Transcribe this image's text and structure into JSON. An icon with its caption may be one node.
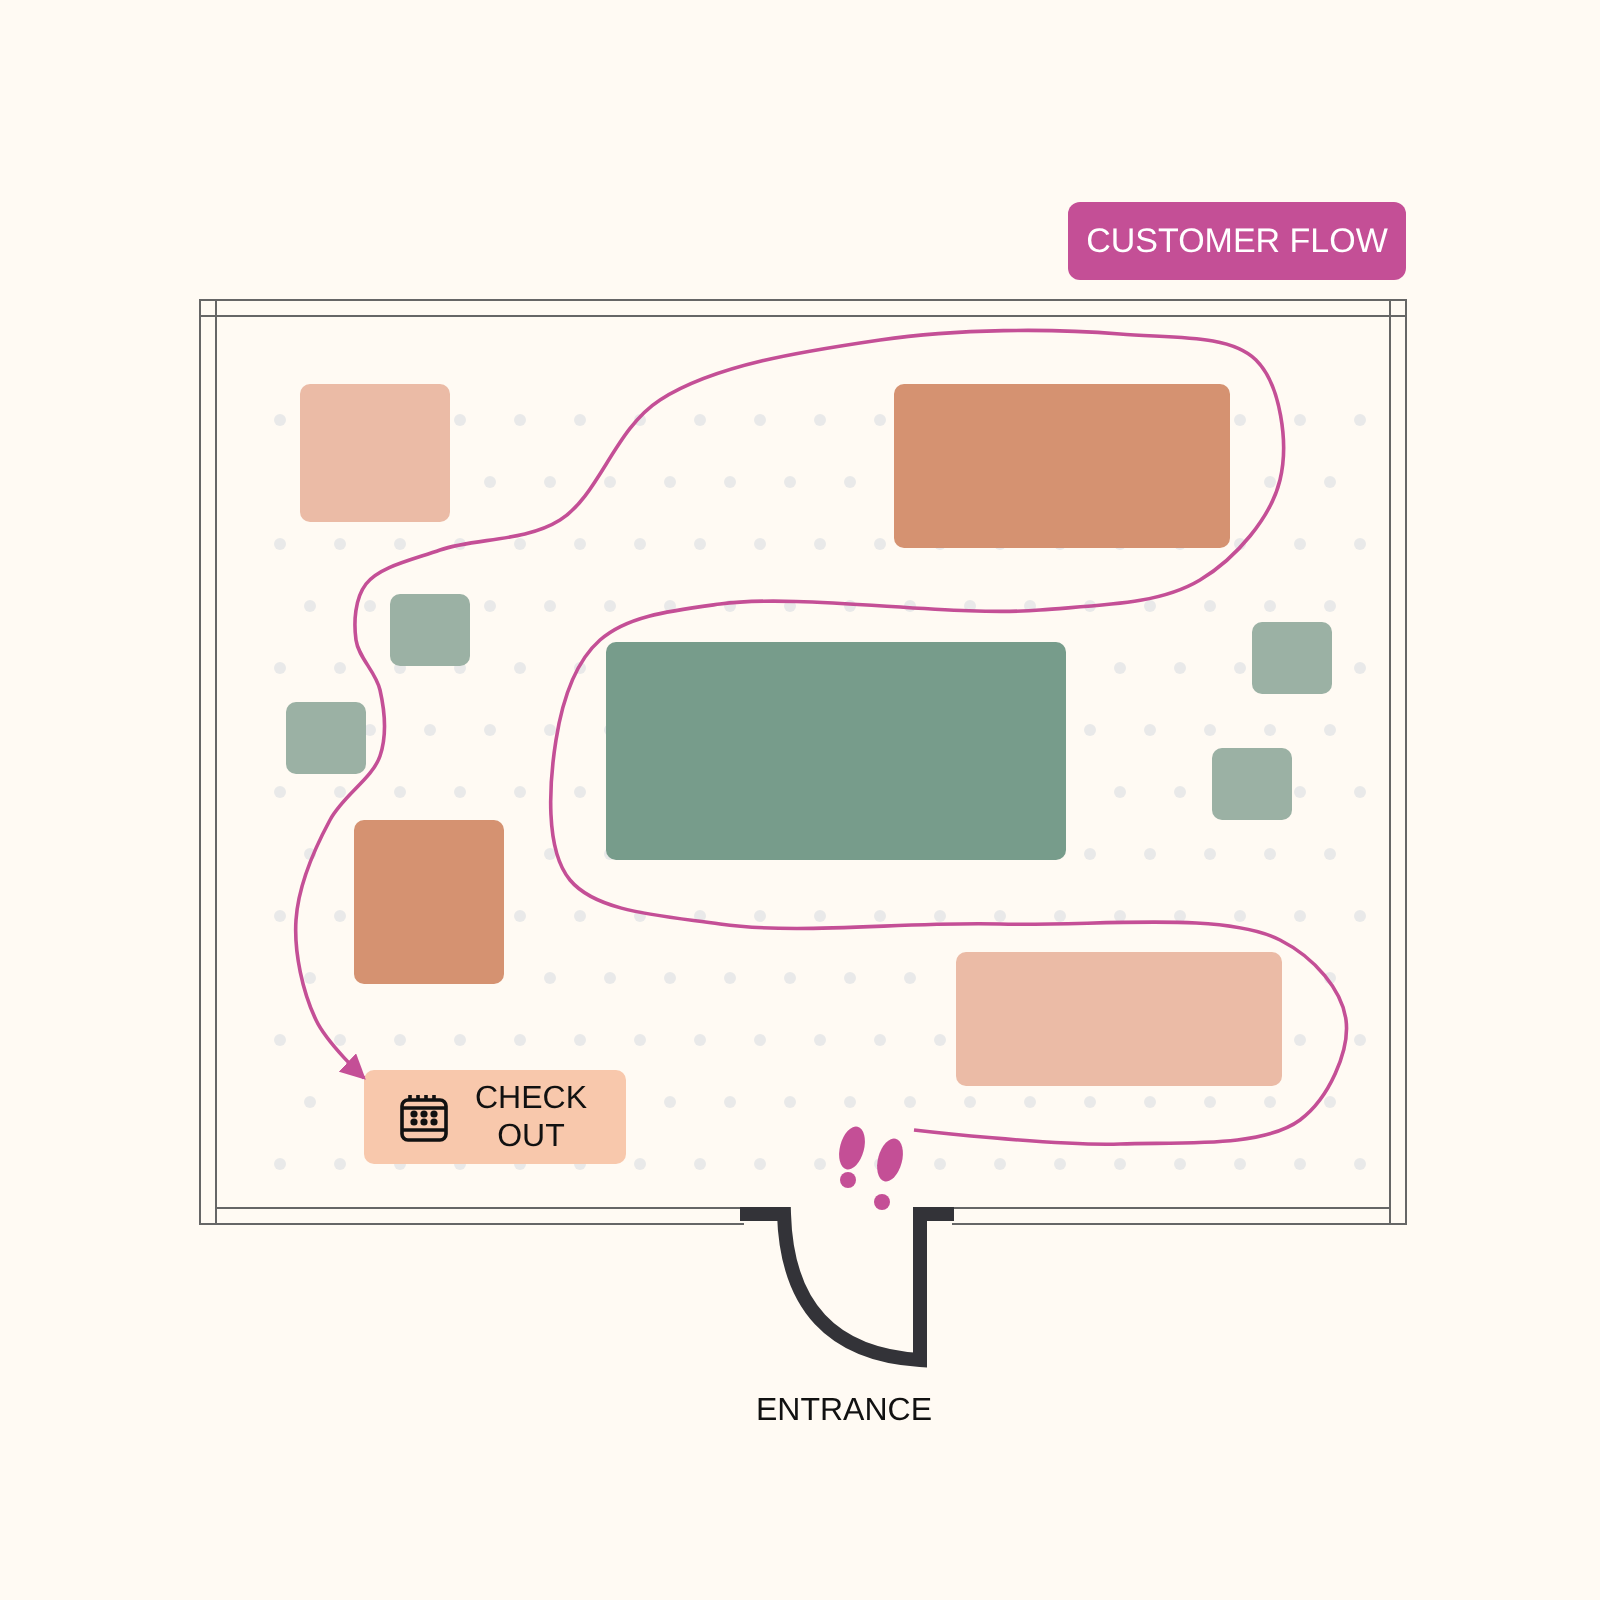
{
  "diagram": {
    "title": "CUSTOMER FLOW",
    "nodes": [
      {
        "text": [],
        "shape": "box"
      },
      {
        "text": [],
        "shape": "box"
      },
      {
        "text": [],
        "shape": "box"
      },
      {
        "text": [],
        "shape": "box"
      },
      {
        "text": [],
        "shape": "box"
      },
      {
        "text": [],
        "shape": "box"
      },
      {
        "text": [],
        "shape": "box"
      },
      {
        "text": [],
        "shape": "box"
      },
      {
        "text": [],
        "shape": "box"
      },
      {
        "text": [
          "CHECK OUT"
        ]
      },
      {
        "text": [],
        "shape": "picture"
      }
    ],
    "edges": [
      {
        "from": 10,
        "to": 9,
        "arrow": "to",
        "color": "#c44f96"
      }
    ],
    "labels": [
      "ENTRANCE"
    ]
  }
}
